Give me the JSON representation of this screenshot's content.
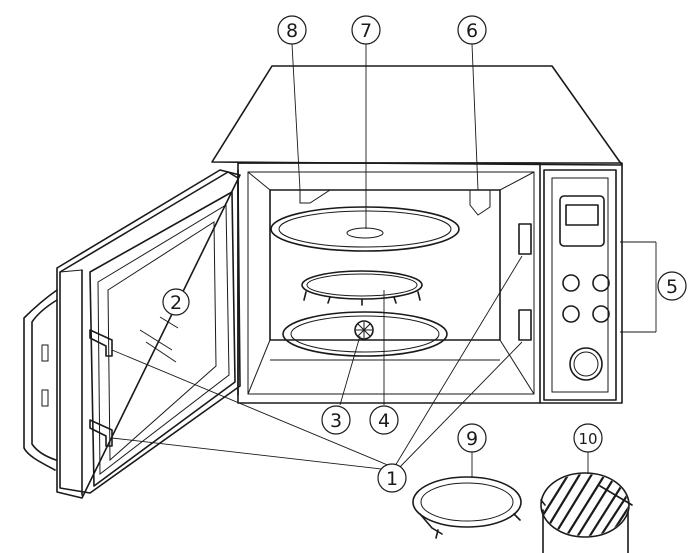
{
  "diagram": {
    "subject": "microwave-oven-parts",
    "callouts": [
      {
        "id": "c1",
        "label": "1"
      },
      {
        "id": "c2",
        "label": "2"
      },
      {
        "id": "c3",
        "label": "3"
      },
      {
        "id": "c4",
        "label": "4"
      },
      {
        "id": "c5",
        "label": "5"
      },
      {
        "id": "c6",
        "label": "6"
      },
      {
        "id": "c7",
        "label": "7"
      },
      {
        "id": "c8",
        "label": "8"
      },
      {
        "id": "c9",
        "label": "9"
      },
      {
        "id": "c10",
        "label": "10"
      }
    ],
    "colors": {
      "line": "#1a1a1a",
      "background": "#ffffff"
    }
  }
}
